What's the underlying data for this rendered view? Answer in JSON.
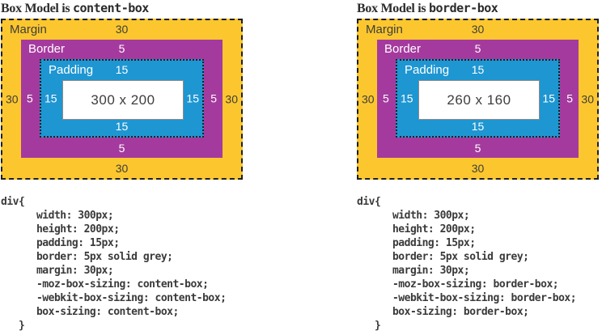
{
  "colors": {
    "margin_yellow": "#FCC72E",
    "border_purple": "#A53A9E",
    "padding_blue": "#1E96D2",
    "content_white": "#FFFFFF",
    "text_dark": "#3D3D3D",
    "text_light": "#FFFFFF"
  },
  "panels": [
    {
      "title_prefix": "Box Model is ",
      "title_keyword": "content-box",
      "diagram": {
        "margin_label": "Margin",
        "border_label": "Border",
        "padding_label": "Padding",
        "margin_value": "30",
        "border_value": "5",
        "padding_value": "15",
        "content_size": "300 x 200"
      },
      "code_lines": [
        "div{",
        "      width: 300px;",
        "      height: 200px;",
        "      padding: 15px;",
        "      border: 5px solid grey;",
        "      margin: 30px;",
        "      -moz-box-sizing: content-box;",
        "      -webkit-box-sizing: content-box;",
        "      box-sizing: content-box;",
        "   }"
      ]
    },
    {
      "title_prefix": "Box Model is ",
      "title_keyword": "border-box",
      "diagram": {
        "margin_label": "Margin",
        "border_label": "Border",
        "padding_label": "Padding",
        "margin_value": "30",
        "border_value": "5",
        "padding_value": "15",
        "content_size": "260 x 160"
      },
      "code_lines": [
        "div{",
        "      width: 300px;",
        "      height: 200px;",
        "      padding: 15px;",
        "      border: 5px solid grey;",
        "      margin: 30px;",
        "      -moz-box-sizing: border-box;",
        "      -webkit-box-sizing: border-box;",
        "      box-sizing: border-box;",
        "   }"
      ]
    }
  ]
}
